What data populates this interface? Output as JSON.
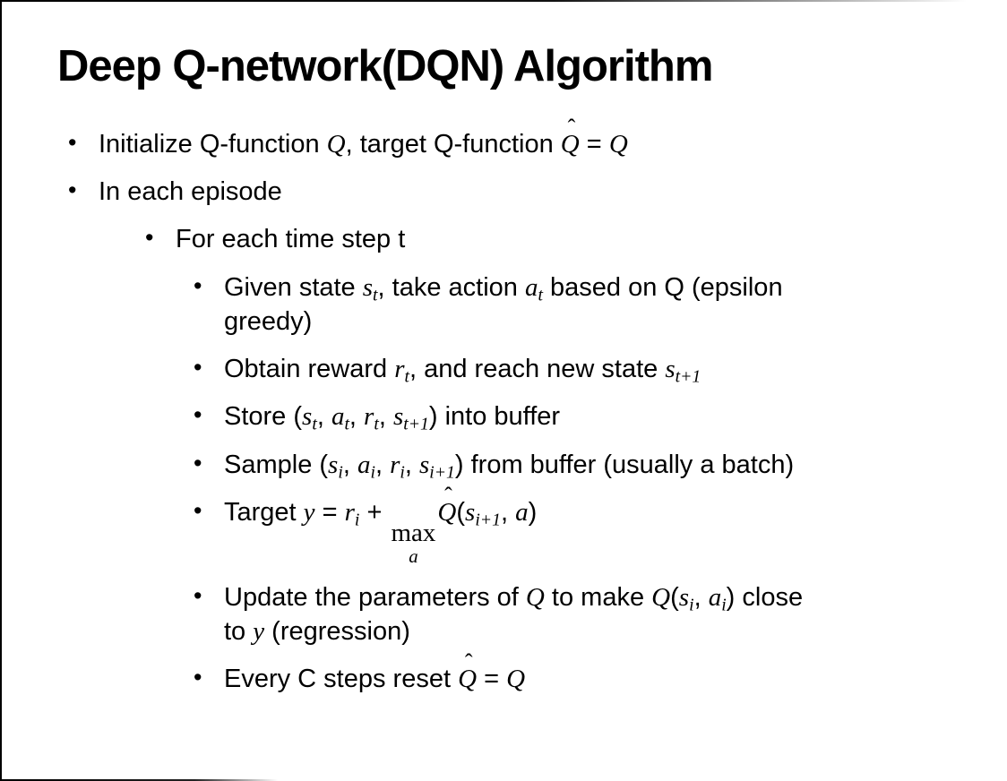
{
  "colors": {
    "background": "#ffffff",
    "text": "#000000",
    "edge": "#000000"
  },
  "slide": {
    "title": "Deep Q-network(DQN) Algorithm",
    "bullet_char": "•",
    "bullets": [
      {
        "level": 1,
        "segments": [
          {
            "type": "text",
            "value": "Initialize Q-function "
          },
          {
            "type": "math",
            "value": "Q"
          },
          {
            "type": "text",
            "value": ", target Q-function "
          },
          {
            "type": "math",
            "value": "Q",
            "hat": true
          },
          {
            "type": "text",
            "value": " = "
          },
          {
            "type": "math",
            "value": "Q"
          }
        ]
      },
      {
        "level": 1,
        "segments": [
          {
            "type": "text",
            "value": "In each episode"
          }
        ]
      },
      {
        "level": 2,
        "segments": [
          {
            "type": "text",
            "value": "For each time step t"
          }
        ]
      },
      {
        "level": 3,
        "segments": [
          {
            "type": "text",
            "value": "Given state "
          },
          {
            "type": "math",
            "value": "s",
            "sub": "t"
          },
          {
            "type": "text",
            "value": ", take action "
          },
          {
            "type": "math",
            "value": "a",
            "sub": "t"
          },
          {
            "type": "text",
            "value": " based on Q (epsilon"
          },
          {
            "type": "br"
          },
          {
            "type": "text",
            "value": "greedy)"
          }
        ]
      },
      {
        "level": 3,
        "segments": [
          {
            "type": "text",
            "value": "Obtain reward "
          },
          {
            "type": "math",
            "value": "r",
            "sub": "t"
          },
          {
            "type": "text",
            "value": ", and reach new state "
          },
          {
            "type": "math",
            "value": "s",
            "sub": "t+1"
          }
        ]
      },
      {
        "level": 3,
        "segments": [
          {
            "type": "text",
            "value": "Store ("
          },
          {
            "type": "math",
            "value": "s",
            "sub": "t"
          },
          {
            "type": "text",
            "value": ", "
          },
          {
            "type": "math",
            "value": "a",
            "sub": "t"
          },
          {
            "type": "text",
            "value": ", "
          },
          {
            "type": "math",
            "value": "r",
            "sub": "t"
          },
          {
            "type": "text",
            "value": ", "
          },
          {
            "type": "math",
            "value": "s",
            "sub": "t+1"
          },
          {
            "type": "text",
            "value": ") into buffer"
          }
        ]
      },
      {
        "level": 3,
        "segments": [
          {
            "type": "text",
            "value": "Sample ("
          },
          {
            "type": "math",
            "value": "s",
            "sub": "i"
          },
          {
            "type": "text",
            "value": ", "
          },
          {
            "type": "math",
            "value": "a",
            "sub": "i"
          },
          {
            "type": "text",
            "value": ", "
          },
          {
            "type": "math",
            "value": "r",
            "sub": "i"
          },
          {
            "type": "text",
            "value": ", "
          },
          {
            "type": "math",
            "value": "s",
            "sub": "i+1"
          },
          {
            "type": "text",
            "value": ") from buffer (usually a batch)"
          }
        ]
      },
      {
        "level": 3,
        "segments": [
          {
            "type": "text",
            "value": "Target "
          },
          {
            "type": "math",
            "value": "y"
          },
          {
            "type": "text",
            "value": " = "
          },
          {
            "type": "math",
            "value": "r",
            "sub": "i"
          },
          {
            "type": "text",
            "value": " + "
          },
          {
            "type": "underset",
            "main": "max",
            "under": "a"
          },
          {
            "type": "math",
            "value": "Q",
            "hat": true
          },
          {
            "type": "text",
            "value": "("
          },
          {
            "type": "math",
            "value": "s",
            "sub": "i+1"
          },
          {
            "type": "text",
            "value": ", "
          },
          {
            "type": "math",
            "value": "a"
          },
          {
            "type": "text",
            "value": ")"
          }
        ]
      },
      {
        "level": 3,
        "segments": [
          {
            "type": "text",
            "value": "Update the parameters of "
          },
          {
            "type": "math",
            "value": "Q"
          },
          {
            "type": "text",
            "value": " to make "
          },
          {
            "type": "math",
            "value": "Q"
          },
          {
            "type": "text",
            "value": "("
          },
          {
            "type": "math",
            "value": "s",
            "sub": "i"
          },
          {
            "type": "text",
            "value": ", "
          },
          {
            "type": "math",
            "value": "a",
            "sub": "i"
          },
          {
            "type": "text",
            "value": ") close"
          },
          {
            "type": "br"
          },
          {
            "type": "text",
            "value": "to "
          },
          {
            "type": "math",
            "value": "y"
          },
          {
            "type": "text",
            "value": " (regression)"
          }
        ]
      },
      {
        "level": 3,
        "segments": [
          {
            "type": "text",
            "value": "Every C steps reset "
          },
          {
            "type": "math",
            "value": "Q",
            "hat": true
          },
          {
            "type": "text",
            "value": " = "
          },
          {
            "type": "math",
            "value": "Q"
          }
        ]
      }
    ]
  }
}
